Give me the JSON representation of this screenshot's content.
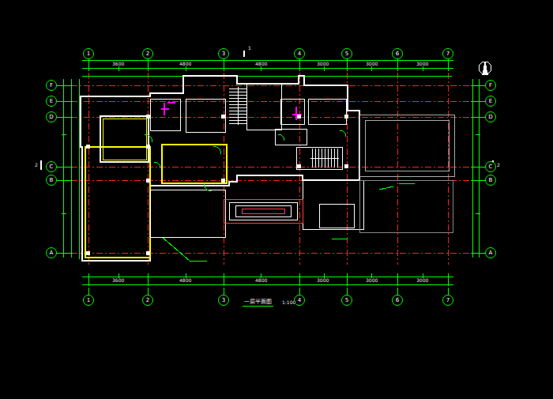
{
  "diagram": {
    "caption": "一层平面图",
    "nodes": [
      {
        "text": [
          "1"
        ]
      },
      {
        "text": [
          "2"
        ]
      },
      {
        "text": [
          "3"
        ]
      },
      {
        "text": [
          "4"
        ]
      },
      {
        "text": [
          "5"
        ]
      },
      {
        "text": [
          "6"
        ]
      },
      {
        "text": [
          "7"
        ]
      },
      {
        "text": [
          "1"
        ]
      },
      {
        "text": [
          "2"
        ]
      },
      {
        "text": [
          "3"
        ]
      },
      {
        "text": [
          "4"
        ]
      },
      {
        "text": [
          "5"
        ]
      },
      {
        "text": [
          "6"
        ]
      },
      {
        "text": [
          "7"
        ]
      },
      {
        "text": [
          "F"
        ]
      },
      {
        "text": [
          "E"
        ]
      },
      {
        "text": [
          "D"
        ]
      },
      {
        "text": [
          "C"
        ]
      },
      {
        "text": [
          "B"
        ]
      },
      {
        "text": [
          "A"
        ]
      },
      {
        "text": [
          "F"
        ]
      },
      {
        "text": [
          "E"
        ]
      },
      {
        "text": [
          "D"
        ]
      },
      {
        "text": [
          "C"
        ]
      },
      {
        "text": [
          "B"
        ]
      },
      {
        "text": [
          "A"
        ]
      }
    ],
    "labels": [
      "1:100",
      "3600",
      "4800",
      "4800",
      "3000",
      "3000",
      "3000",
      "3600",
      "4800",
      "4800",
      "3000",
      "3000",
      "3000",
      "1",
      "2",
      "2"
    ]
  }
}
